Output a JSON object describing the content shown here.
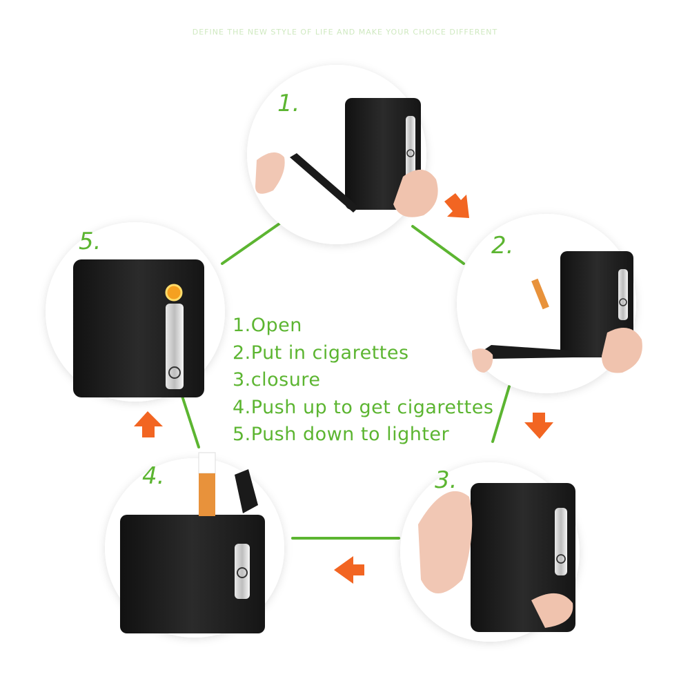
{
  "tagline": "DEFINE THE NEW STYLE OF LIFE AND MAKE YOUR CHOICE DIFFERENT",
  "step_numbers": [
    "1.",
    "2.",
    "3.",
    "4.",
    "5."
  ],
  "steps": [
    "1.Open",
    "2.Put in cigarettes",
    "3.closure",
    "4.Push up to get cigarettes",
    "5.Push down to lighter"
  ],
  "colors": {
    "accent_green": "#5cb531",
    "arrow_orange": "#f26522",
    "case_black": "#1c1c1c",
    "skin": "#f1c7b4",
    "cigarette_filter": "#e8923b"
  },
  "icons": [
    "power-icon",
    "flame-icon",
    "arrow-icon"
  ]
}
